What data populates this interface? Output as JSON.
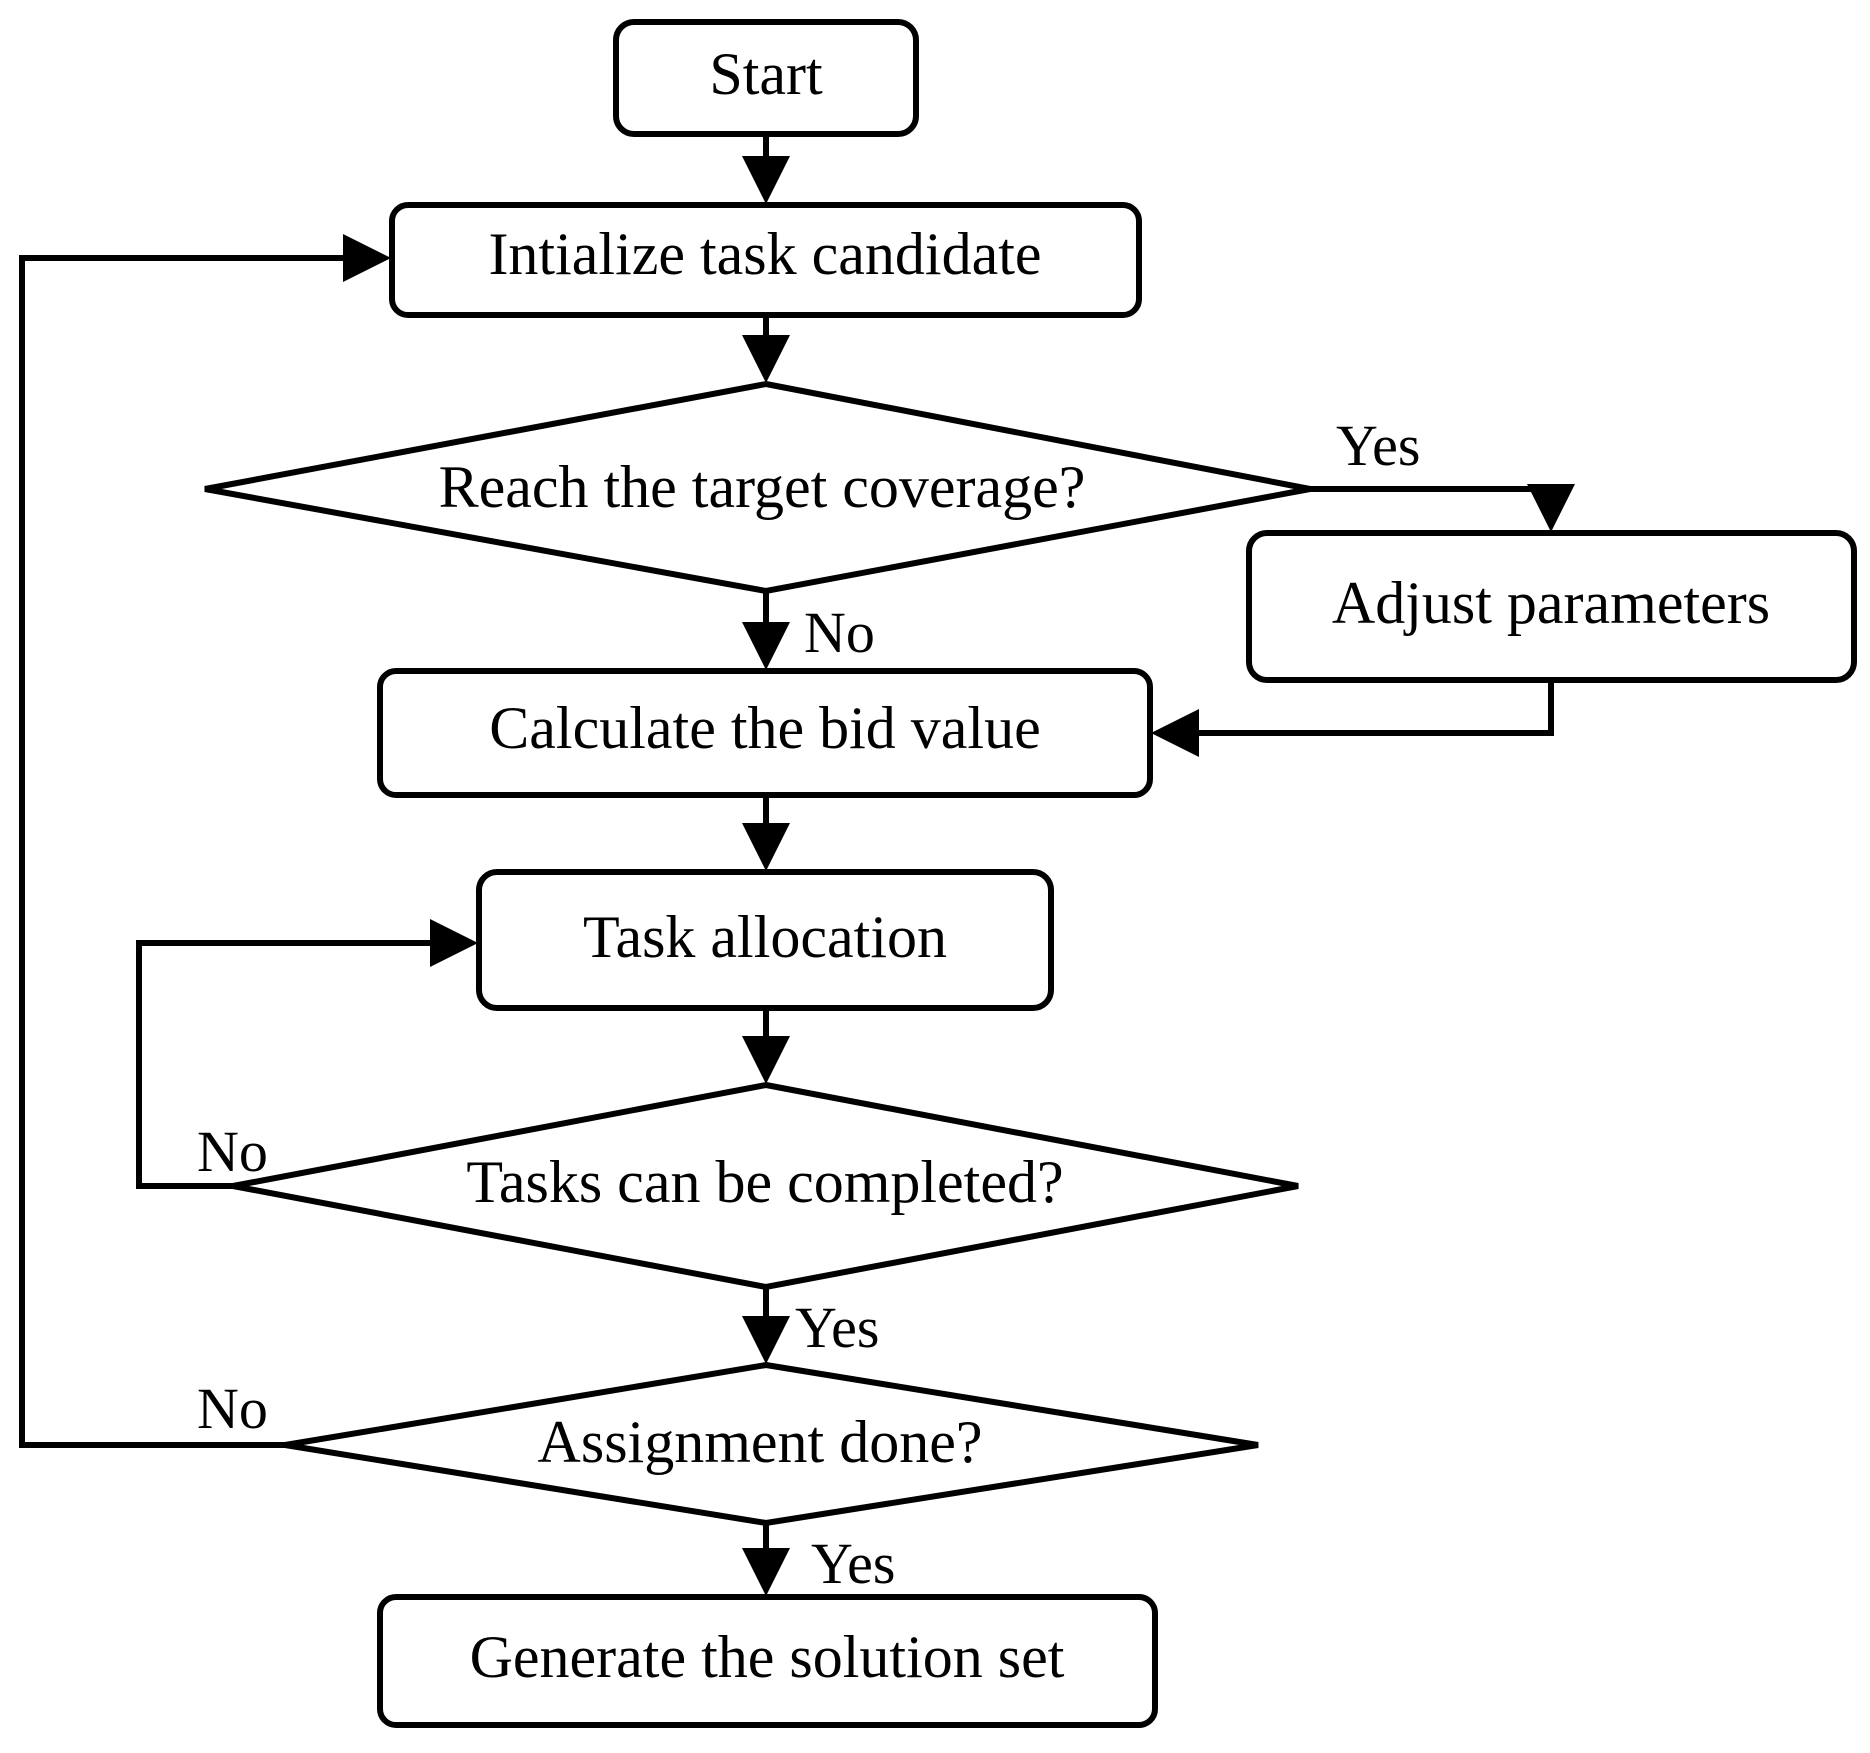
{
  "nodes": {
    "start": "Start",
    "init": "Intialize task candidate",
    "coverage": "Reach the target coverage?",
    "adjust": "Adjust parameters",
    "bid": "Calculate the bid value",
    "allocation": "Task allocation",
    "complete": "Tasks can be completed?",
    "assignment": "Assignment done?",
    "solution": "Generate the solution set"
  },
  "edges": {
    "coverage_yes": "Yes",
    "coverage_no": "No",
    "complete_no": "No",
    "complete_yes": "Yes",
    "assignment_no": "No",
    "assignment_yes": "Yes"
  },
  "colors": {
    "stroke": "#000000",
    "background": "#ffffff"
  }
}
